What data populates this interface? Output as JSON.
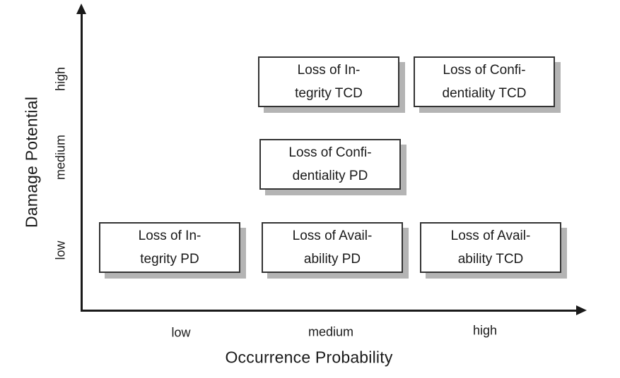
{
  "colors": {
    "background": "#ffffff",
    "ink": "#1a1a1a",
    "box_border": "#333333",
    "box_shadow": "#b4b4b4",
    "box_fill": "#ffffff"
  },
  "chart_data": {
    "type": "scatter",
    "title": "",
    "xlabel": "Occurrence Probability",
    "ylabel": "Damage Potential",
    "x_ticks": [
      "low",
      "medium",
      "high"
    ],
    "y_ticks": [
      "low",
      "medium",
      "high"
    ],
    "grid": false,
    "axis_arrows": true,
    "points": [
      {
        "x": "medium",
        "y": "high",
        "label": "Loss of Integrity TCD"
      },
      {
        "x": "high",
        "y": "high",
        "label": "Loss of Confidentiality TCD"
      },
      {
        "x": "medium",
        "y": "medium",
        "label": "Loss of Confidentiality PD"
      },
      {
        "x": "low",
        "y": "low",
        "label": "Loss of Integrity PD"
      },
      {
        "x": "medium",
        "y": "low",
        "label": "Loss of Availability PD"
      },
      {
        "x": "high",
        "y": "low",
        "label": "Loss of Availability TCD"
      }
    ]
  },
  "boxes": [
    {
      "line1": "Loss of In-",
      "line2": "tegrity TCD"
    },
    {
      "line1": "Loss of Confi-",
      "line2": "dentiality TCD"
    },
    {
      "line1": "Loss of Confi-",
      "line2": "dentiality PD"
    },
    {
      "line1": "Loss of In-",
      "line2": "tegrity PD"
    },
    {
      "line1": "Loss of Avail-",
      "line2": "ability PD"
    },
    {
      "line1": "Loss of Avail-",
      "line2": "ability TCD"
    }
  ]
}
